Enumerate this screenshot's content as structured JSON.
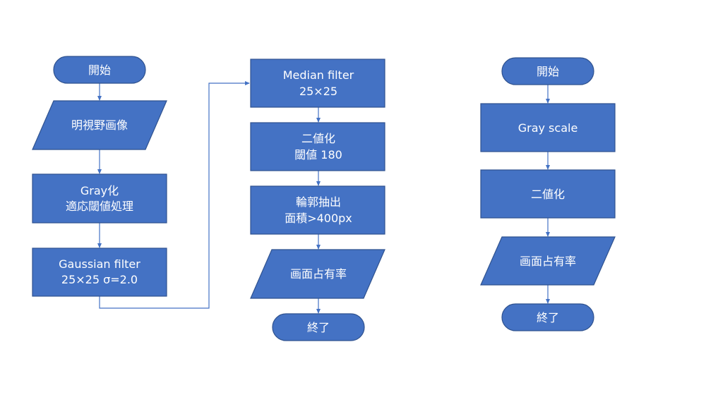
{
  "flow_left": {
    "start": "開始",
    "input": "明視野画像",
    "gray": [
      "Gray化",
      "適応閾値処理"
    ],
    "gaussian": [
      "Gaussian filter",
      "25×25 σ=2.0"
    ]
  },
  "flow_middle": {
    "median": [
      "Median filter",
      "25×25"
    ],
    "binarize": [
      "二値化",
      "閾値 180"
    ],
    "contour": [
      "輪郭抽出",
      "面積>400px"
    ],
    "output": "画面占有率",
    "end": "終了"
  },
  "flow_right": {
    "start": "開始",
    "gray": "Gray scale",
    "binarize": "二値化",
    "output": "画面占有率",
    "end": "終了"
  },
  "colors": {
    "fill": "#4472c4",
    "stroke": "#2f528f",
    "text": "#ffffff"
  }
}
